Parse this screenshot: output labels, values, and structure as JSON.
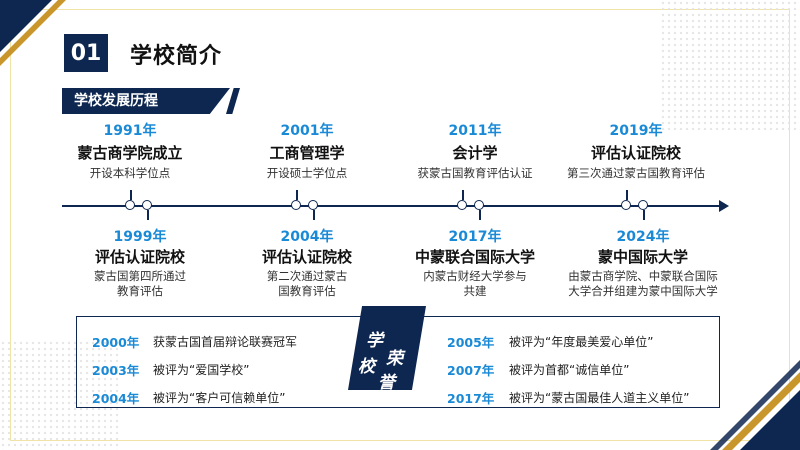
{
  "header": {
    "section_number": "01",
    "title": "学校简介"
  },
  "banner": {
    "label": "学校发展历程"
  },
  "timeline_top": [
    {
      "year": "1991年",
      "event": "蒙古商学院成立",
      "desc": "开设本科学位点"
    },
    {
      "year": "2001年",
      "event": "工商管理学",
      "desc": "开设硕士学位点"
    },
    {
      "year": "2011年",
      "event": "会计学",
      "desc": "获蒙古国教育评估认证"
    },
    {
      "year": "2019年",
      "event": "评估认证院校",
      "desc": "第三次通过蒙古国教育评估"
    }
  ],
  "timeline_bottom": [
    {
      "year": "1999年",
      "event": "评估认证院校",
      "desc_lines": [
        "蒙古国第四所通过",
        "教育评估"
      ]
    },
    {
      "year": "2004年",
      "event": "评估认证院校",
      "desc_lines": [
        "第二次通过蒙古",
        "国教育评估"
      ]
    },
    {
      "year": "2017年",
      "event": "中蒙联合国际大学",
      "desc_lines": [
        "内蒙古财经大学参与",
        "共建"
      ]
    },
    {
      "year": "2024年",
      "event": "蒙中国际大学",
      "desc_lines": [
        "由蒙古商学院、中蒙联合国际",
        "大学合并组建为蒙中国际大学"
      ]
    }
  ],
  "honors": {
    "badge_chars": [
      "学",
      "校",
      "荣",
      "誉"
    ],
    "left": [
      {
        "year": "2000年",
        "text": "获蒙古国首届辩论联赛冠军"
      },
      {
        "year": "2003年",
        "text": "被评为“爱国学校”"
      },
      {
        "year": "2004年",
        "text": "被评为“客户可信赖单位”"
      }
    ],
    "right": [
      {
        "year": "2005年",
        "text": "被评为“年度最美爱心单位”"
      },
      {
        "year": "2007年",
        "text": "被评为首都“诚信单位”"
      },
      {
        "year": "2017年",
        "text": "被评为“蒙古国最佳人道主义单位”"
      }
    ]
  },
  "colors": {
    "navy": "#0e2750",
    "accent_blue": "#1a8ad6",
    "gold": "#c9962b",
    "frame": "#f0e3a6"
  }
}
